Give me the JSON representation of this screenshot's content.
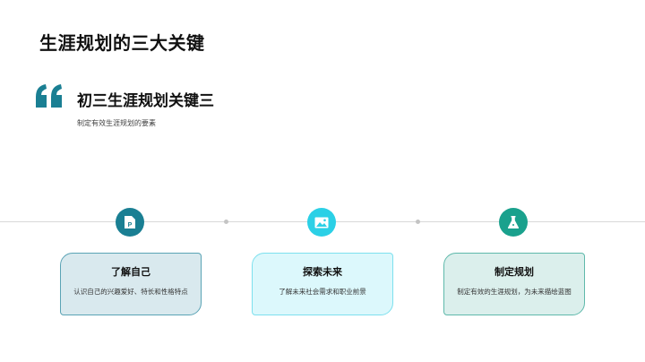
{
  "header": {
    "title": "生涯规划的三大关键"
  },
  "quote": {
    "icon": "quote-icon",
    "title": "初三生涯规划关键三",
    "description": "制定有效生涯规划的要素"
  },
  "colors": {
    "accent_dark_teal": "#1a7f93",
    "accent_cyan": "#2bd0e6",
    "accent_green_teal": "#1aa18d"
  },
  "steps": [
    {
      "icon": "presentation-file-icon",
      "title": "了解自己",
      "text": "认识自己的兴趣爱好、特长和性格特点",
      "node_color": "#1a7f93",
      "card_bg": "#d9e9ee",
      "card_border": "#5aa3b5"
    },
    {
      "icon": "image-icon",
      "title": "探索未来",
      "text": "了解未来社会需求和职业前景",
      "node_color": "#2bd0e6",
      "card_bg": "#dcf8fc",
      "card_border": "#7de0ee"
    },
    {
      "icon": "flask-icon",
      "title": "制定规划",
      "text": "制定有效的生涯规划，为未来描绘蓝图",
      "node_color": "#1aa18d",
      "card_bg": "#dbefec",
      "card_border": "#5fb9ab"
    }
  ]
}
